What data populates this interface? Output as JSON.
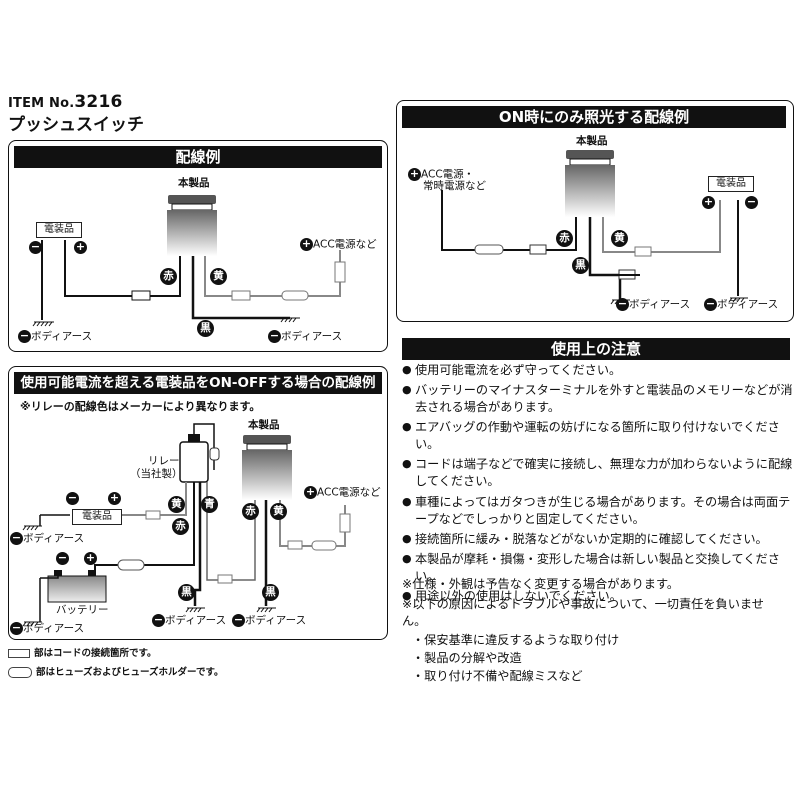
{
  "header": {
    "item_prefix": "ITEM No.",
    "item_number": "3216",
    "title": "プッシュスイッチ"
  },
  "panel1": {
    "title": "配線例",
    "product": "本製品",
    "electric": "電装品",
    "minus": "−",
    "plus": "+",
    "red": "赤",
    "yellow": "黄",
    "black": "黒",
    "acc": "ACC電源など",
    "body_earth_left": "ボディアース",
    "body_earth_right": "ボディアース"
  },
  "panel2": {
    "title": "ON時にのみ照光する配線例",
    "product": "本製品",
    "acc": "ACC電源・",
    "acc2": "常時電源など",
    "electric": "電装品",
    "red": "赤",
    "yellow": "黄",
    "black": "黒",
    "body_earth_1": "ボディアース",
    "body_earth_2": "ボディアース"
  },
  "panel3": {
    "title": "使用可能電流を超える電装品をON-OFFする場合の配線例",
    "note": "※リレーの配線色はメーカーにより異なります。",
    "relay": "リレー",
    "relay_maker": "（当社製）",
    "product": "本製品",
    "electric": "電装品",
    "battery": "バッテリー",
    "yellow": "黄",
    "red": "赤",
    "blue": "青",
    "black": "黒",
    "acc": "ACC電源など",
    "body_earth_1": "ボディアース",
    "body_earth_2": "ボディアース",
    "body_earth_3": "ボディアース",
    "body_earth_4": "ボディアース"
  },
  "cautions": {
    "title": "使用上の注意",
    "items": [
      "使用可能電流を必ず守ってください。",
      "バッテリーのマイナスターミナルを外すと電装品のメモリーなどが消去される場合があります。",
      "エアバッグの作動や運転の妨げになる箇所に取り付けないでください。",
      "コードは端子などで確実に接続し、無理な力が加わらないように配線してください。",
      "車種によってはガタつきが生じる場合があります。その場合は両面テープなどでしっかりと固定してください。",
      "接続箇所に緩み・脱落などがないか定期的に確認してください。",
      "本製品が摩耗・損傷・変形した場合は新しい製品と交換してください。",
      "用途以外の使用はしないでください。"
    ],
    "spec_note": "※仕様・外観は予告なく変更する場合があります。",
    "liability_note": "※以下の原因によるトラブルや事故について、一切責任を負いません。",
    "causes": [
      "・保安基準に違反するような取り付け",
      "・製品の分解や改造",
      "・取り付け不備や配線ミスなど"
    ]
  },
  "legend": {
    "connection": "部はコードの接続箇所です。",
    "fuse": "部はヒューズおよびヒューズホルダーです。"
  }
}
